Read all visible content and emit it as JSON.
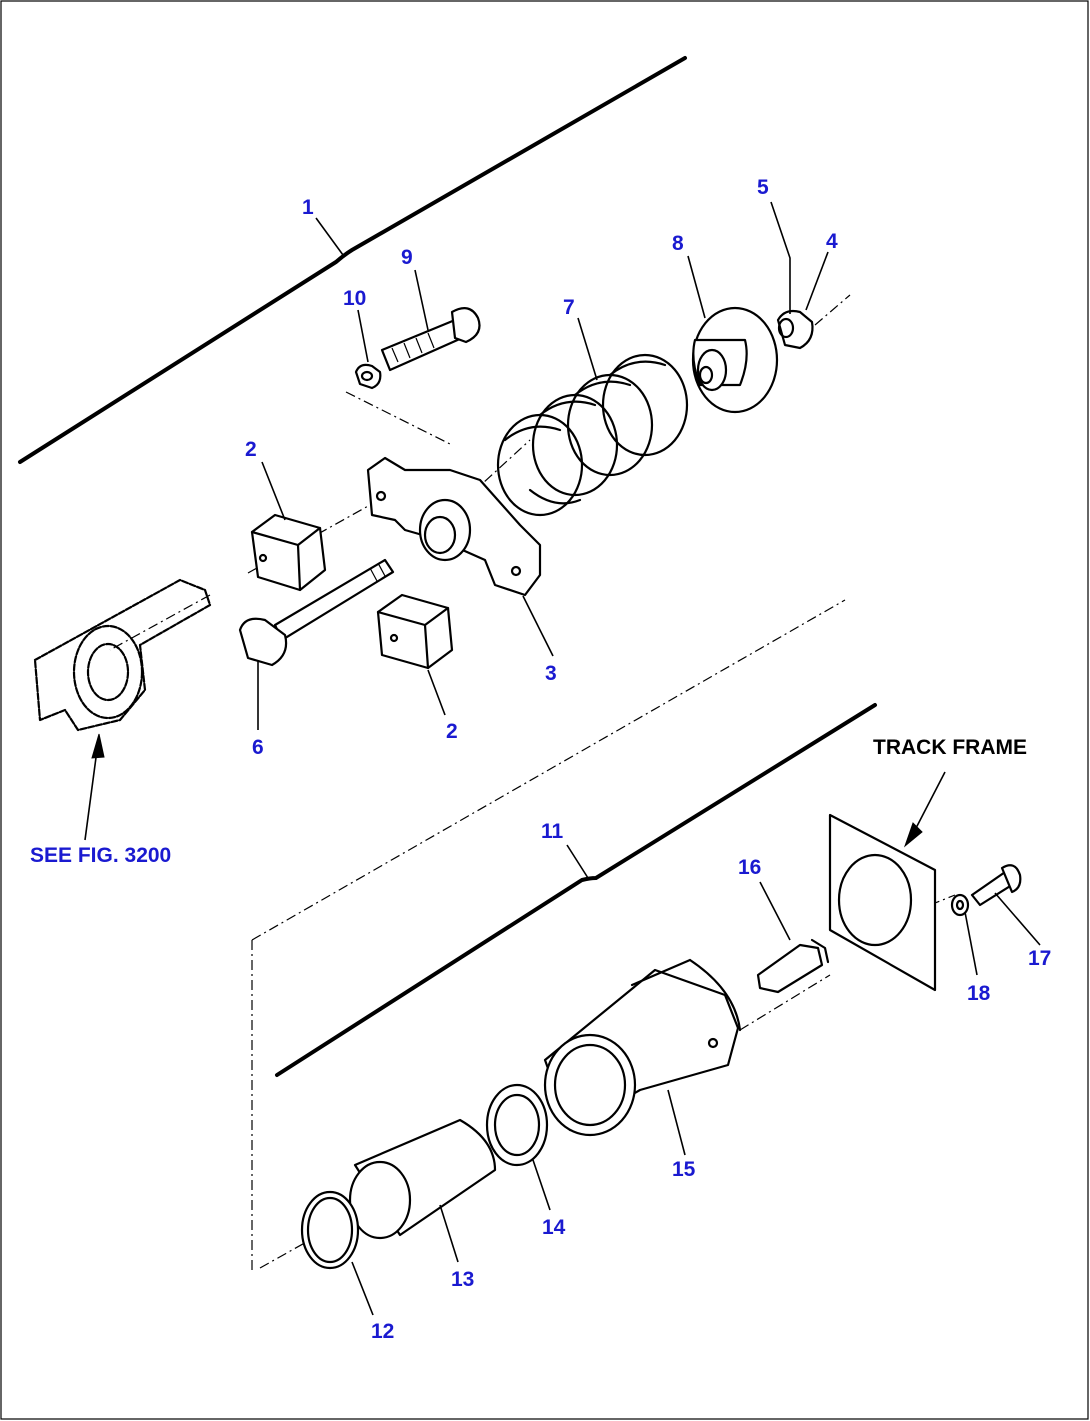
{
  "colors": {
    "callout": "#1a1ad0",
    "line": "#000000",
    "background": "#ffffff",
    "note_text": "#000000"
  },
  "callouts": {
    "c1": "1",
    "c2a": "2",
    "c2b": "2",
    "c3": "3",
    "c4": "4",
    "c5": "5",
    "c6": "6",
    "c7": "7",
    "c8": "8",
    "c9": "9",
    "c10": "10",
    "c11": "11",
    "c12": "12",
    "c13": "13",
    "c14": "14",
    "c15": "15",
    "c16": "16",
    "c17": "17",
    "c18": "18"
  },
  "notes": {
    "track_frame": "TRACK FRAME",
    "see_fig": "SEE FIG. 3200"
  }
}
